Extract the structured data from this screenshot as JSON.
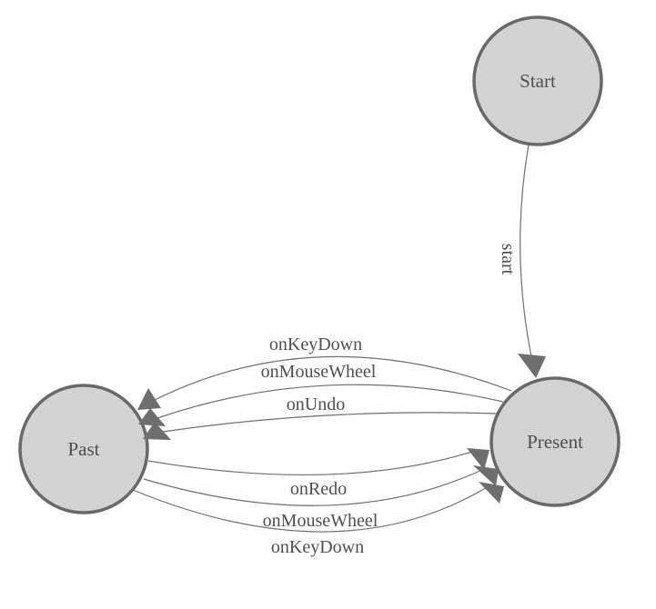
{
  "diagram": {
    "type": "state-machine",
    "nodes": [
      {
        "id": "start",
        "label": "Start"
      },
      {
        "id": "past",
        "label": "Past"
      },
      {
        "id": "present",
        "label": "Present"
      }
    ],
    "edges": [
      {
        "from": "start",
        "to": "present",
        "label": "start"
      },
      {
        "from": "present",
        "to": "past",
        "label": "onKeyDown"
      },
      {
        "from": "present",
        "to": "past",
        "label": "onMouseWheel"
      },
      {
        "from": "present",
        "to": "past",
        "label": "onUndo"
      },
      {
        "from": "past",
        "to": "present",
        "label": "onRedo"
      },
      {
        "from": "past",
        "to": "present",
        "label": "onMouseWheel"
      },
      {
        "from": "past",
        "to": "present",
        "label": "onKeyDown"
      }
    ],
    "colors": {
      "node_fill": "#d3d3d3",
      "node_stroke": "#696969",
      "edge_line": "#6e6e6e",
      "arrow_fill": "#6e6e6e",
      "text": "#4f4f4f",
      "background": "#ffffff"
    }
  }
}
